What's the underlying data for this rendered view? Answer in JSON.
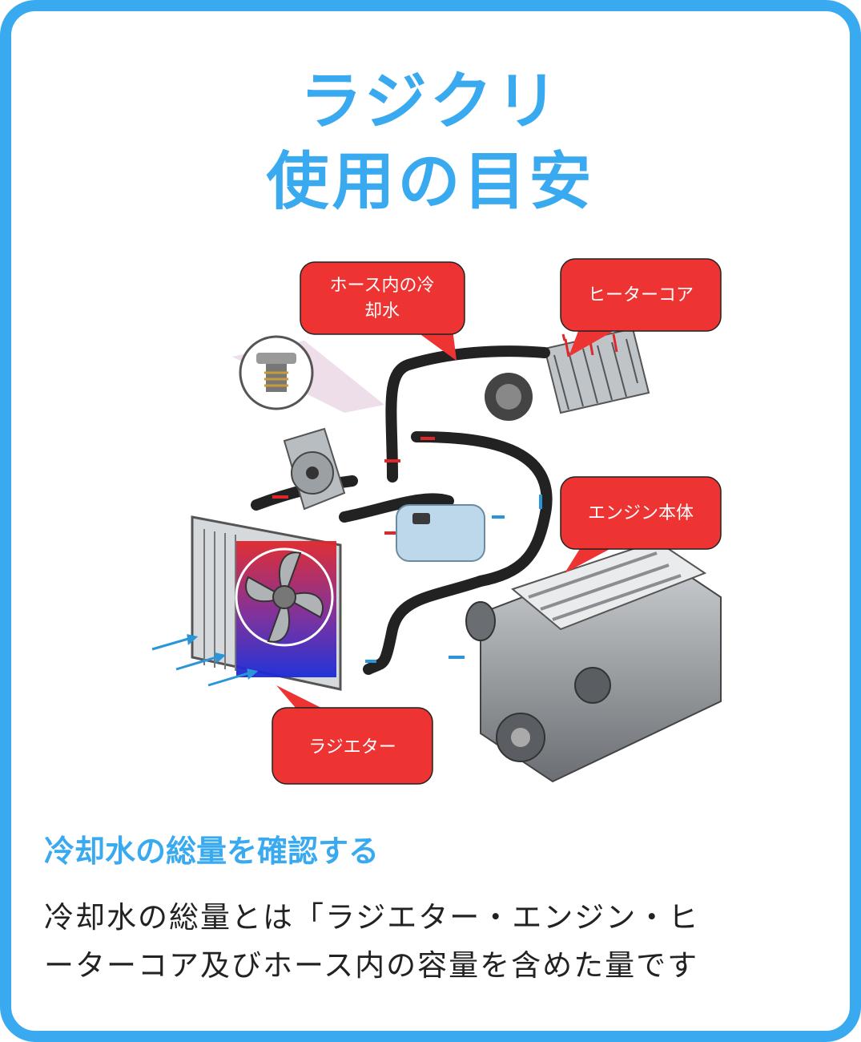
{
  "title": {
    "line1": "ラジクリ",
    "line2": "使用の目安"
  },
  "callouts": {
    "hose": [
      "ホース内の冷",
      "却水"
    ],
    "heater_core": "ヒーターコア",
    "engine": "エンジン本体",
    "radiator": "ラジエター"
  },
  "section": {
    "heading": "冷却水の総量を確認する",
    "body_line1": "冷却水の総量とは「ラジエター・エンジン・ヒ",
    "body_line2": "ーターコア及びホース内の容量を含めた量です"
  },
  "colors": {
    "accent": "#3aaaf0",
    "callout": "#ee3333",
    "hot_arrow": "#e0262b",
    "cold_arrow": "#2a95d8"
  }
}
